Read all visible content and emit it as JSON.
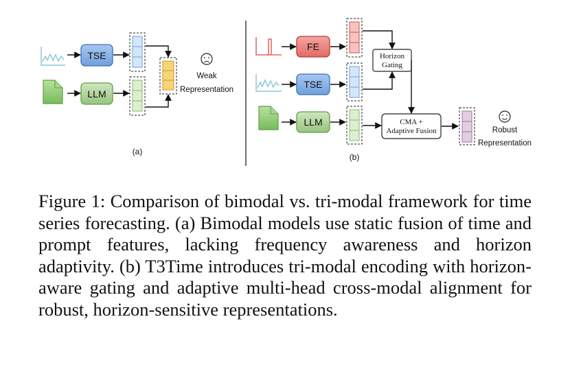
{
  "figure": {
    "panel_a": {
      "tag": "(a)",
      "tse_label": "TSE",
      "llm_label": "LLM",
      "result_icon": "frown-face-icon",
      "result_line1": "Weak",
      "result_line2": "Representation"
    },
    "panel_b": {
      "tag": "(b)",
      "fe_label": "FE",
      "tse_label": "TSE",
      "llm_label": "LLM",
      "gating_line1": "Horizon",
      "gating_line2": "Gating",
      "fusion_line1": "CMA +",
      "fusion_line2": "Adaptive Fusion",
      "result_icon": "smile-face-icon",
      "result_line1": "Robust",
      "result_line2": "Representation"
    },
    "colors": {
      "tse": "#6f9fdc",
      "llm": "#97c47f",
      "fe": "#e36a64",
      "fused_a": "#f2c14e",
      "fused_b": "#c9a3c5"
    }
  },
  "caption": "Figure 1: Comparison of bimodal vs. tri-modal frame­work for time series forecasting. (a) Bimodal models use static fusion of time and prompt features, lacking frequency awareness and horizon adaptivity. (b) T3Time introduces tri-modal encoding with horizon-aware gating and adap­tive multi-head cross-modal alignment for robust, horizon-sensitive representations."
}
